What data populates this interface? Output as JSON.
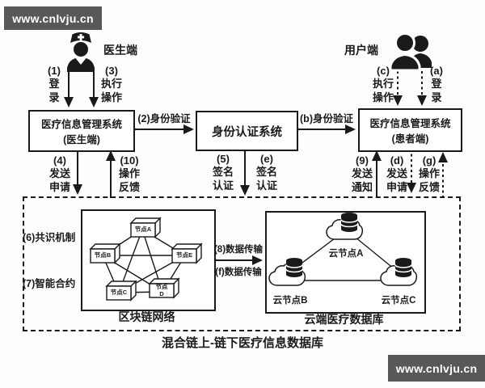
{
  "watermark": {
    "text": "www.cnlvju.cn",
    "bg": "#58585b"
  },
  "actors": {
    "doctor": {
      "label": "医生端"
    },
    "user": {
      "label": "用户端"
    }
  },
  "systems": {
    "doctor_system": {
      "label": "医疗信息管理系统\n(医生端)"
    },
    "auth_system": {
      "label": "身份认证系统"
    },
    "patient_system": {
      "label": "医疗信息管理系统\n(患者端)"
    }
  },
  "flows": {
    "f1": "(1)\n登\n录",
    "f3": "(3)\n执行\n操作",
    "f2": "(2)身份验证",
    "fb": "(b)身份验证",
    "fc": "(c)\n执行\n操作",
    "fa": "(a)\n登\n录",
    "f4": "(4)\n发送\n申请",
    "f10": "(10)\n操作\n反馈",
    "f5": "(5)\n签名\n认证",
    "fe": "(e)\n签名\n认证",
    "f9": "(9)\n发送\n通知",
    "fd": "(d)\n发送\n申请",
    "fg": "(g)\n操作\n反馈",
    "f6": "(6)共识机制",
    "f7": "(7)智能合约",
    "f8": "(8)数据传输",
    "ff": "(f)数据传输"
  },
  "blockchain": {
    "caption": "区块链网络",
    "nodes": [
      "节点A",
      "节点B",
      "节点E",
      "节点C",
      "节点\nD"
    ]
  },
  "cloud": {
    "caption": "云端医疗数据库",
    "nodes": [
      "云节点A",
      "云节点B",
      "云节点C"
    ]
  },
  "main_caption": "混合链上-链下医疗信息数据库",
  "colors": {
    "ink": "#1a1a1a",
    "watermark_bg": "#58585b"
  }
}
